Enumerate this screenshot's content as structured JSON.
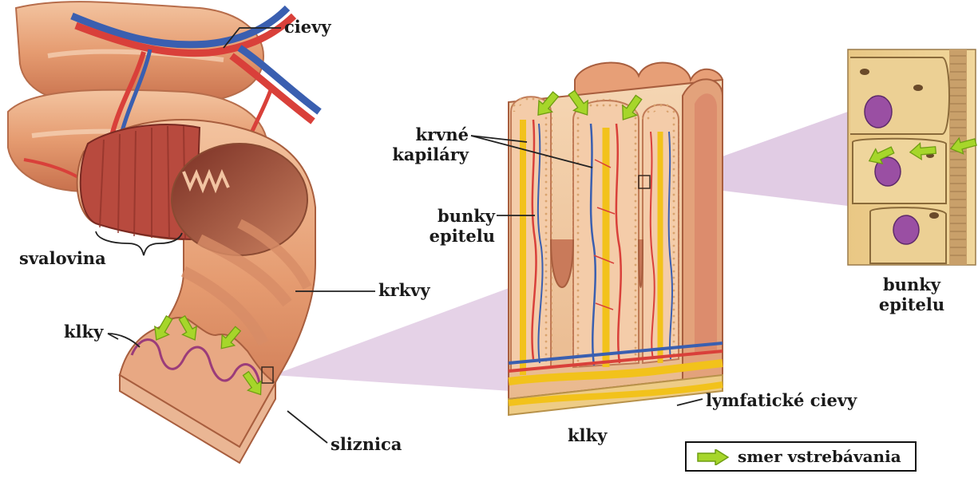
{
  "labels": {
    "cievy": "cievy",
    "krvne_kapilary": "krvné\nkapiláry",
    "bunky_epitelu_mid": "bunky\nepitelu",
    "bunky_epitelu_right": "bunky\nepitelu",
    "svalovina": "svalovina",
    "krkvy": "krkvy",
    "klky_left": "klky",
    "klky_bottom": "klky",
    "sliznica": "sliznica",
    "lymfaticke_cievy": "lymfatické cievy"
  },
  "legend": {
    "text": "smer vstrebávania",
    "arrow_color": "#a6d62a"
  },
  "colors": {
    "tissue": "#e7a27a",
    "muscle": "#b84a3e",
    "artery": "#d9403a",
    "vein": "#3a5fb0",
    "lymph": "#f2c21b",
    "arrow": "#a6d62a",
    "zoom_cone": "#dcc3df"
  }
}
